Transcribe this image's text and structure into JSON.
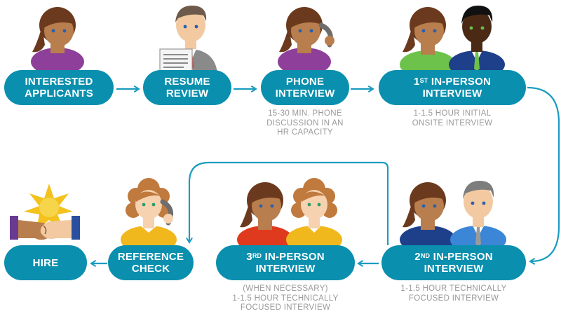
{
  "steps": [
    {
      "id": "interested",
      "line1": "INTERESTED",
      "line2": "APPLICANTS"
    },
    {
      "id": "resume",
      "line1": "RESUME",
      "line2": "REVIEW"
    },
    {
      "id": "phone",
      "line1": "PHONE",
      "line2": "INTERVIEW",
      "caption": [
        "15-30 MIN. PHONE",
        "DISCUSSION IN AN",
        "HR CAPACITY"
      ]
    },
    {
      "id": "first",
      "ord_num": "1",
      "ord_suffix": "ST",
      "line1_rest": " IN-PERSON",
      "line2": "INTERVIEW",
      "caption": [
        "1-1.5 HOUR INITIAL",
        "ONSITE INTERVIEW"
      ]
    },
    {
      "id": "second",
      "ord_num": "2",
      "ord_suffix": "ND",
      "line1_rest": " IN-PERSON",
      "line2": "INTERVIEW",
      "caption": [
        "1-1.5 HOUR TECHNICALLY",
        "FOCUSED INTERVIEW"
      ]
    },
    {
      "id": "third",
      "ord_num": "3",
      "ord_suffix": "RD",
      "line1_rest": " IN-PERSON",
      "line2": "INTERVIEW",
      "caption": [
        "(WHEN NECESSARY)",
        "1-1.5 HOUR TECHNICALLY",
        "FOCUSED INTERVIEW"
      ]
    },
    {
      "id": "reference",
      "line1": "REFERENCE",
      "line2": "CHECK"
    },
    {
      "id": "hire",
      "line1": "HIRE"
    }
  ],
  "colors": {
    "pill": "#0a8fae",
    "arrow": "#1a9cc0",
    "caption": "#9a9a9a"
  },
  "icons": [
    "applicant-avatar",
    "resume-reviewer-avatar",
    "phone-interviewer-avatar",
    "interview-panel-avatars",
    "reference-caller-avatar",
    "handshake-icon"
  ]
}
